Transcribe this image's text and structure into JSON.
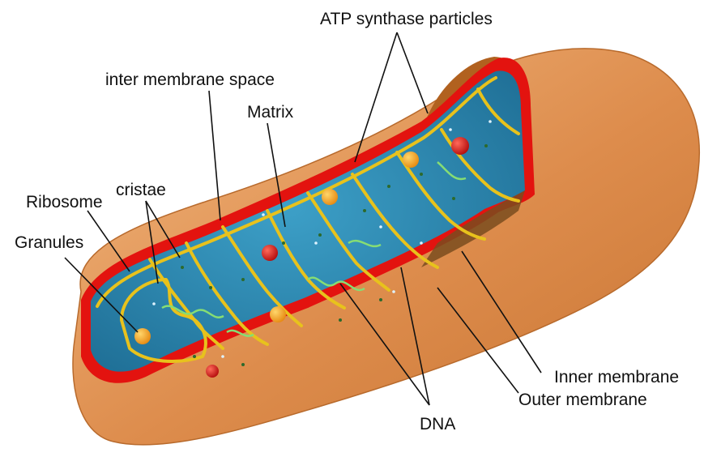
{
  "diagram": {
    "labels": {
      "atp": "ATP synthase particles",
      "inter_membrane": "inter membrane space",
      "matrix": "Matrix",
      "cristae": "cristae",
      "ribosome": "Ribosome",
      "granules": "Granules",
      "inner_membrane": "Inner membrane",
      "outer_membrane": "Outer membrane",
      "dna": "DNA"
    },
    "colors": {
      "outer_shell": "#d9884a",
      "outer_shell_light": "#efb27a",
      "outer_membrane_red": "#e3130f",
      "inner_membrane_yellow": "#e8c21c",
      "matrix_blue": "#2f8fb8",
      "matrix_dark": "#1d6e95",
      "cristae_brown": "#8c5a2b",
      "dna_green": "#7fd36a",
      "granule_red": "#d5191a",
      "ribosome_orange": "#f2a526"
    }
  }
}
